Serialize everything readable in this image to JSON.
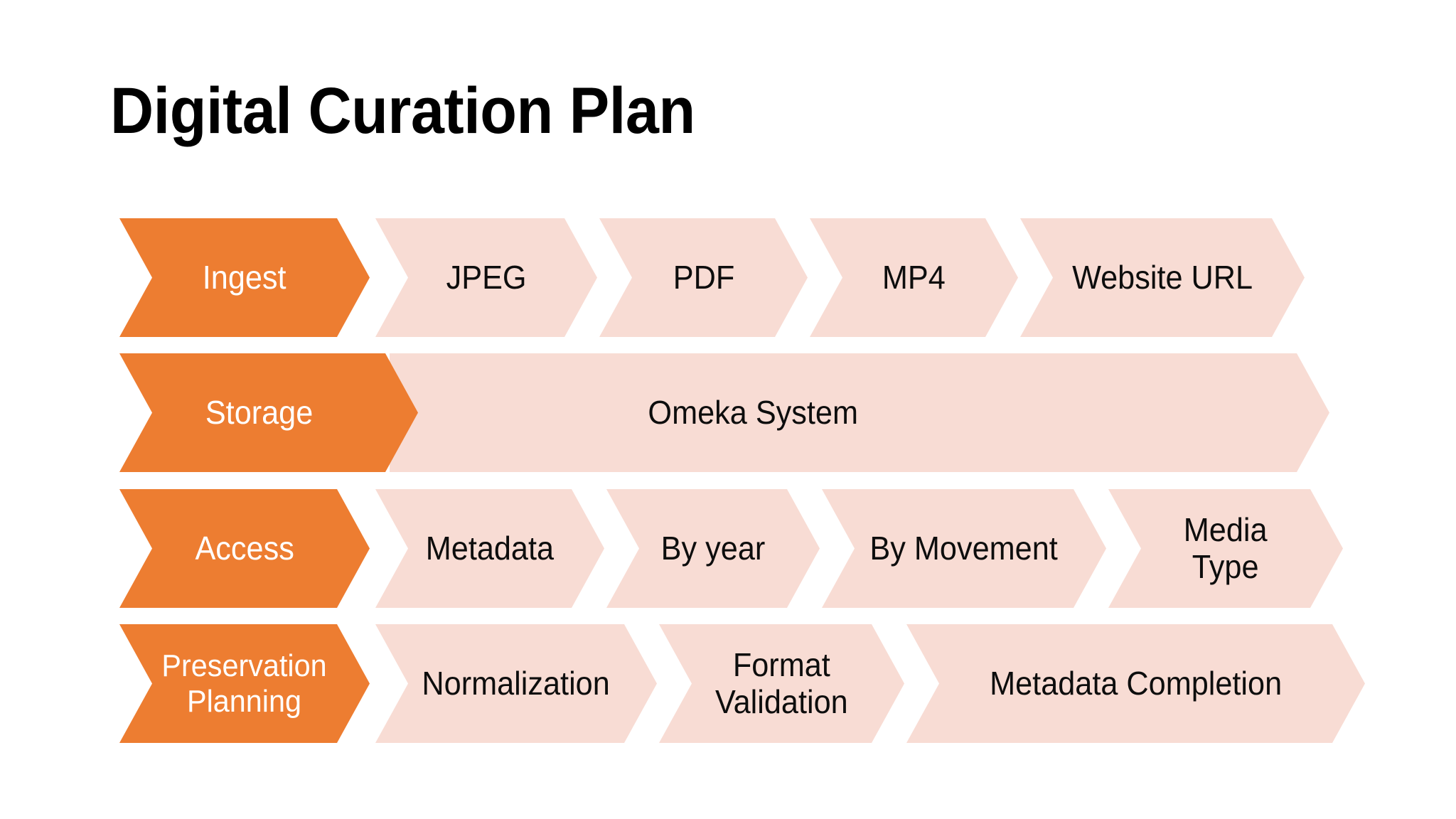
{
  "slide": {
    "title": "Digital Curation Plan",
    "background_color": "#FFFFFF"
  },
  "colors": {
    "accent_orange": "#ED7D31",
    "light_pink": "#F8DCD4",
    "stage_text": "#FFFFFF",
    "item_text": "#0D0D0D",
    "title_text": "#000000"
  },
  "diagram": {
    "type": "chevron-process",
    "rows": [
      {
        "stage": "Ingest",
        "items": [
          "JPEG",
          "PDF",
          "MP4",
          "Website URL"
        ]
      },
      {
        "stage": "Storage",
        "items": [
          "Omeka System"
        ]
      },
      {
        "stage": "Access",
        "items": [
          "Metadata",
          "By year",
          "By Movement",
          "Media\nType"
        ]
      },
      {
        "stage": "Preservation\nPlanning",
        "items": [
          "Normalization",
          "Format\nValidation",
          "Metadata Completion"
        ]
      }
    ]
  }
}
